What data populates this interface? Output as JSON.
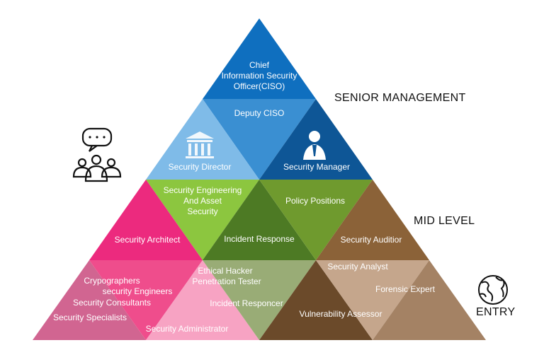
{
  "tiers": {
    "senior": "SENIOR MANAGEMENT",
    "mid": "MID LEVEL",
    "entry": "ENTRY"
  },
  "roles": {
    "ciso": "Chief\nInformation Security\nOfficer(CISO)",
    "deputy_ciso": "Deputy CISO",
    "security_director": "Security Director",
    "security_manager": "Security Manager",
    "security_engineering": "Security Engineering\nAnd Asset\nSecurity",
    "policy_positions": "Policy Positions",
    "security_architect": "Security Architect",
    "incident_response": "Incident Response",
    "security_auditor": "Security Auditior",
    "cryptographers": "Crypographers",
    "security_engineers": "security Engineers",
    "security_consultants": "Security Consultants",
    "security_specialists": "Security Specialists",
    "ethical_hacker": "Ethical Hacker",
    "penetration_tester": "Penetration Tester",
    "incident_responder": "Incident Responcer",
    "security_administrator": "Security Administrator",
    "security_analyst": "Security Analyst",
    "forensic_expert": "Forensic Expert",
    "vulnerability_assessor": "Vulnerability Assessor"
  },
  "colors": {
    "ciso_blue": "#0f6fbf",
    "deputy_blue": "#3a8fd2",
    "director_blue": "#7fbbe8",
    "manager_blue": "#0e5696",
    "engineering_green": "#8cc63f",
    "incident_green": "#4d7a24",
    "policy_green": "#6f9a2e",
    "architect_pink": "#ec2a7e",
    "auditor_brown": "#8b6238",
    "entry_pink_dark": "#d16591",
    "entry_pink_mid": "#ef4d8c",
    "entry_pink_light": "#f7a3c3",
    "entry_sage": "#99ac76",
    "entry_brown_dark": "#6b4a2a",
    "entry_tan": "#c5a68c",
    "entry_brown_mid": "#a48264"
  }
}
